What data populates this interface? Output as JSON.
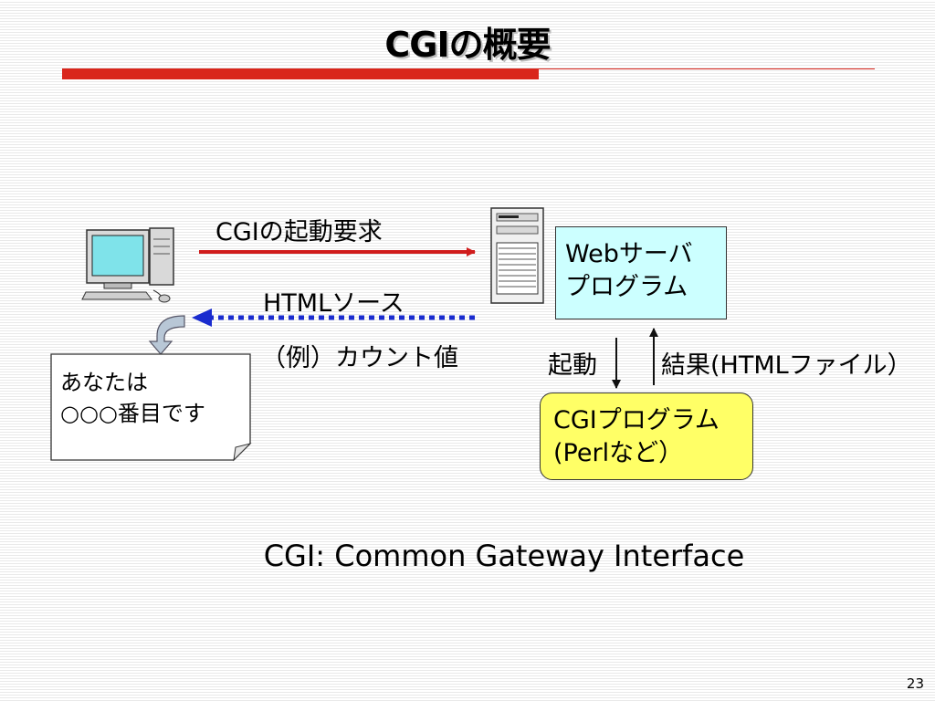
{
  "slide": {
    "title": "CGIの概要",
    "page_number": "23"
  },
  "diagram": {
    "request_label": "CGIの起動要求",
    "response_label": "HTMLソース",
    "example_label": "（例）カウント値",
    "web_server_box": {
      "line1": "Webサーバ",
      "line2": "プログラム"
    },
    "launch_label": "起動",
    "result_label": "結果(HTMLファイル）",
    "cgi_box": {
      "line1": "CGIプログラム",
      "line2": "(Perlなど）"
    },
    "browser_note": {
      "line1": "あなたは",
      "line2": "○○○番目です"
    }
  },
  "footer": {
    "definition": "CGI: Common Gateway Interface"
  },
  "colors": {
    "title_bar": "#d9261c",
    "request_arrow": "#d01c1c",
    "response_arrow": "#1a2ccf",
    "web_box_fill": "#ccffff",
    "cgi_box_fill": "#ffff66",
    "curved_arrow": "#b8c7d6"
  }
}
